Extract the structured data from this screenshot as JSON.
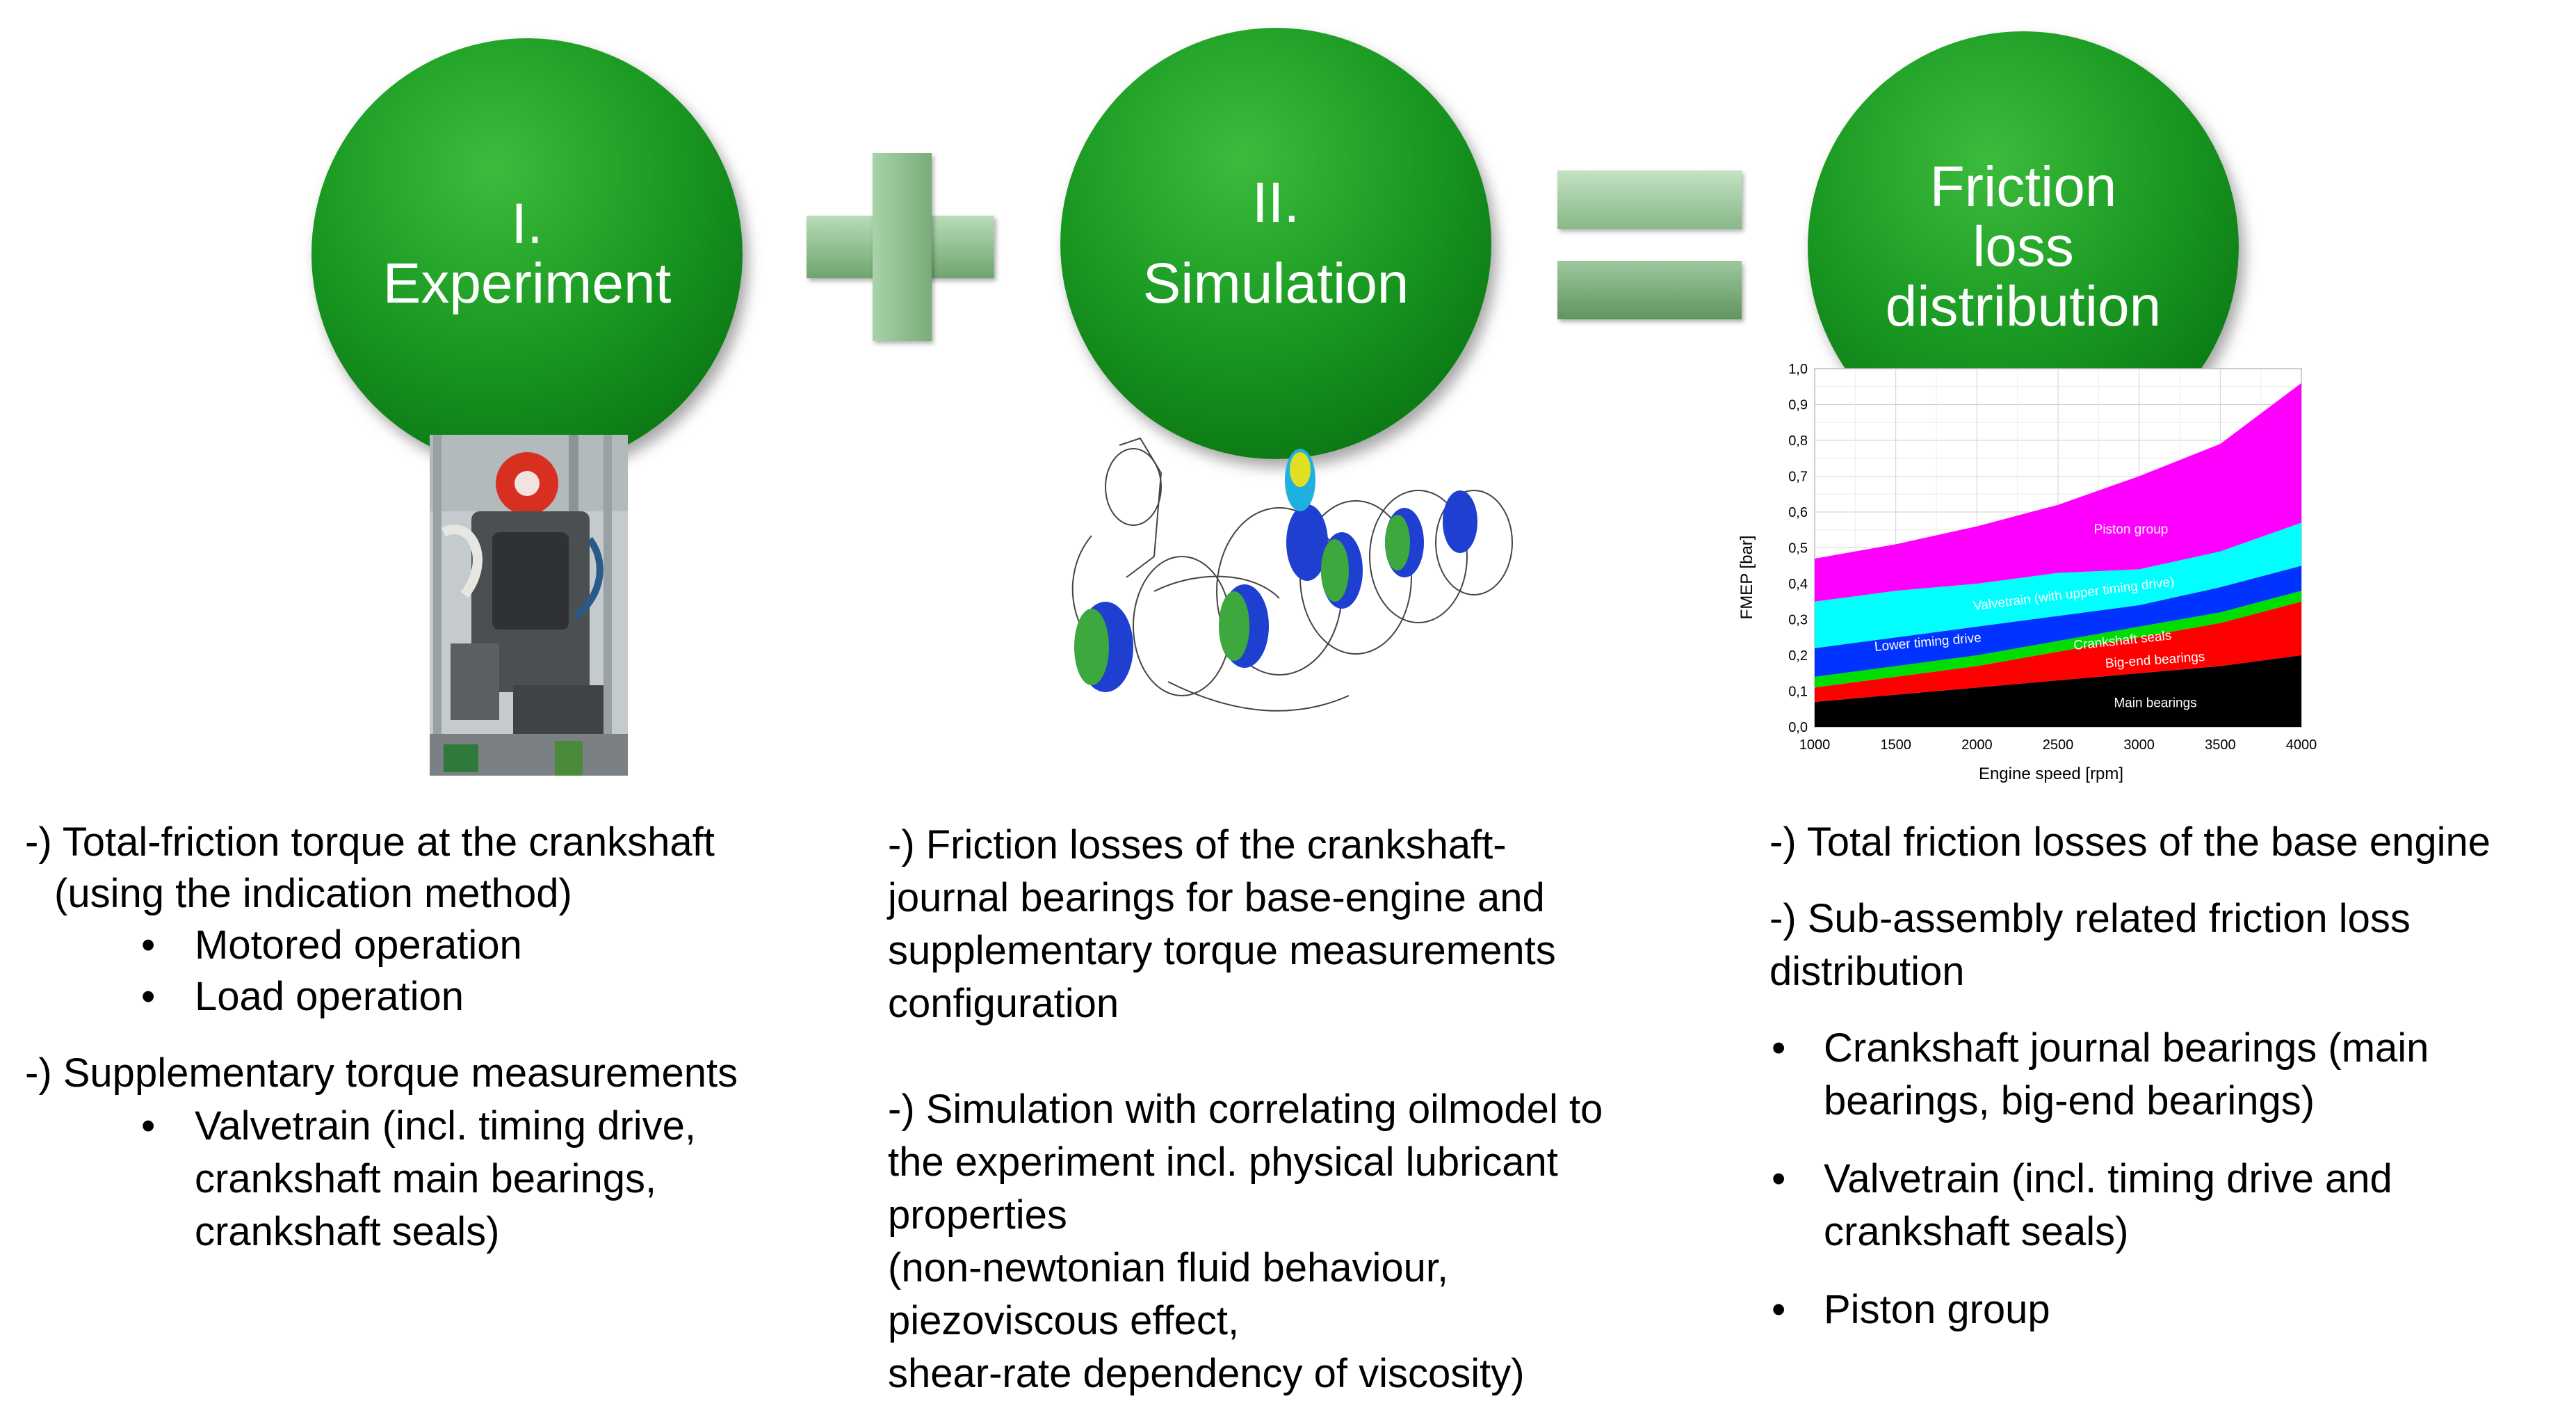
{
  "circles": {
    "c1": {
      "line1": "I.",
      "line2": "Experiment"
    },
    "c2": {
      "line1": "II.",
      "line2": "Simulation"
    },
    "c3": {
      "line1": "Friction",
      "line2": "loss",
      "line3": "distribution"
    }
  },
  "colors": {
    "green": "#1a9a22",
    "piston": "#ff00ff",
    "valvetrain": "#00ffff",
    "lower_timing": "#0033ff",
    "seals": "#00dd00",
    "big_end": "#ff0000",
    "main": "#000000"
  },
  "col1": {
    "l1": "-) Total-friction torque at the crankshaft",
    "l2": "(using the indication method)",
    "b1": "Motored operation",
    "b2": "Load operation",
    "l3": "-) Supplementary torque measurements",
    "b3a": "Valvetrain (incl. timing drive,",
    "b3b": "crankshaft main bearings,",
    "b3c": "crankshaft seals)",
    "bullet": "•"
  },
  "col2": {
    "l1": "-) Friction losses of the crankshaft-",
    "l2": "journal bearings for base-engine and",
    "l3": "supplementary torque measurements",
    "l4": "configuration",
    "l5": "-) Simulation with correlating oilmodel to",
    "l6": "the experiment incl. physical lubricant",
    "l7": "properties",
    "l8": "(non-newtonian fluid behaviour,",
    "l9": "piezoviscous effect,",
    "l10": "shear-rate dependency of viscosity)"
  },
  "col3": {
    "l1": "-) Total friction losses of the base engine",
    "l2": "-) Sub-assembly related friction loss",
    "l3": "distribution",
    "b1a": "Crankshaft journal bearings (main",
    "b1b": "bearings, big-end bearings)",
    "b2a": "Valvetrain (incl. timing drive and",
    "b2b": "crankshaft seals)",
    "b3": "Piston group"
  },
  "chart_data": {
    "type": "area",
    "xlabel": "Engine speed [rpm]",
    "ylabel": "FMEP [bar]",
    "xlim": [
      1000,
      4000
    ],
    "ylim": [
      0,
      1.0
    ],
    "x": [
      1000,
      1500,
      2000,
      2500,
      3000,
      3500,
      4000
    ],
    "x_ticks": [
      "1000",
      "1500",
      "2000",
      "2500",
      "3000",
      "3500",
      "4000"
    ],
    "y_ticks": [
      "0,0",
      "0,1",
      "0,2",
      "0,3",
      "0,4",
      "0,5",
      "0,6",
      "0,7",
      "0,8",
      "0,9",
      "1,0"
    ],
    "grid": true,
    "series": [
      {
        "name": "Main bearings",
        "values": [
          0.07,
          0.09,
          0.11,
          0.13,
          0.15,
          0.17,
          0.2
        ]
      },
      {
        "name": "Big-end bearings",
        "values": [
          0.04,
          0.05,
          0.06,
          0.08,
          0.1,
          0.12,
          0.15
        ]
      },
      {
        "name": "Crankshaft seals",
        "values": [
          0.03,
          0.03,
          0.03,
          0.03,
          0.03,
          0.03,
          0.03
        ]
      },
      {
        "name": "Lower timing drive",
        "values": [
          0.08,
          0.08,
          0.08,
          0.07,
          0.06,
          0.07,
          0.07
        ]
      },
      {
        "name": "Valvetrain (with upper timing drive)",
        "values": [
          0.13,
          0.13,
          0.12,
          0.12,
          0.1,
          0.1,
          0.12
        ]
      },
      {
        "name": "Piston group",
        "values": [
          0.12,
          0.13,
          0.16,
          0.19,
          0.26,
          0.3,
          0.39
        ]
      }
    ]
  }
}
